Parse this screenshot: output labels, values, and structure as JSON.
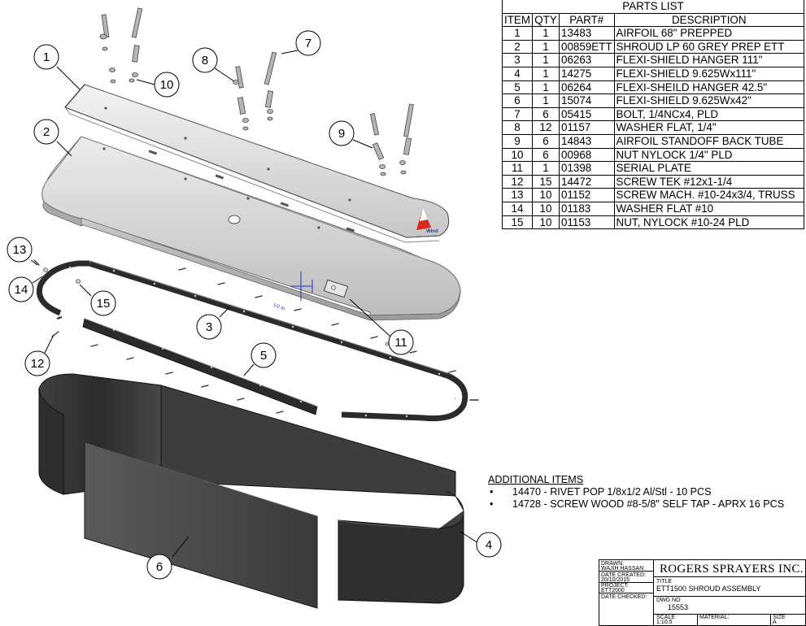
{
  "balloons": [
    {
      "id": "1",
      "label": "1"
    },
    {
      "id": "2",
      "label": "2"
    },
    {
      "id": "3",
      "label": "3"
    },
    {
      "id": "4",
      "label": "4"
    },
    {
      "id": "5",
      "label": "5"
    },
    {
      "id": "6",
      "label": "6"
    },
    {
      "id": "7",
      "label": "7"
    },
    {
      "id": "8",
      "label": "8"
    },
    {
      "id": "9",
      "label": "9"
    },
    {
      "id": "10",
      "label": "10"
    },
    {
      "id": "11",
      "label": "11"
    },
    {
      "id": "12",
      "label": "12"
    },
    {
      "id": "13",
      "label": "13"
    },
    {
      "id": "14",
      "label": "14"
    },
    {
      "id": "15",
      "label": "15"
    }
  ],
  "drawing_labels": {
    "dimension": "1/2 in",
    "logo_text": "Wind"
  },
  "parts_list": {
    "caption": "PARTS LIST",
    "headers": [
      "ITEM",
      "QTY",
      "PART#",
      "DESCRIPTION"
    ],
    "rows": [
      [
        "1",
        "1",
        "13483",
        "AIRFOIL 68\" PREPPED"
      ],
      [
        "2",
        "1",
        "00859ETT",
        "SHROUD LP 60 GREY PREP ETT"
      ],
      [
        "3",
        "1",
        "06263",
        "FLEXI-SHIELD HANGER 111\""
      ],
      [
        "4",
        "1",
        "14275",
        "FLEXI-SHIELD 9.625Wx111\""
      ],
      [
        "5",
        "1",
        "06264",
        "FLEXI-SHEILD HANGER 42.5\""
      ],
      [
        "6",
        "1",
        "15074",
        "FLEXI-SHIELD 9.625Wx42\""
      ],
      [
        "7",
        "6",
        "05415",
        "BOLT, 1/4NCx4, PLD"
      ],
      [
        "8",
        "12",
        "01157",
        "WASHER FLAT, 1/4\""
      ],
      [
        "9",
        "6",
        "14843",
        "AIRFOIL STANDOFF BACK TUBE"
      ],
      [
        "10",
        "6",
        "00968",
        "NUT NYLOCK 1/4\" PLD"
      ],
      [
        "11",
        "1",
        "01398",
        "SERIAL PLATE"
      ],
      [
        "12",
        "15",
        "14472",
        "SCREW TEK #12x1-1/4"
      ],
      [
        "13",
        "10",
        "01152",
        "SCREW MACH. #10-24x3/4, TRUSS"
      ],
      [
        "14",
        "10",
        "01183",
        "WASHER FLAT #10"
      ],
      [
        "15",
        "10",
        "01153",
        "NUT, NYLOCK #10-24 PLD"
      ]
    ]
  },
  "additional_items": {
    "title": "ADDITIONAL ITEMS",
    "items": [
      "14470 - RIVET POP 1/8x1/2 Al/Stl - 10 PCS",
      "14728 - SCREW WOOD #8-5/8\" SELF TAP - APRX 16 PCS"
    ]
  },
  "title_block": {
    "company": "ROGERS SPRAYERS INC.",
    "drawn_label": "DRAWN:",
    "drawn_value": "WAJIH HASSAN",
    "date_created_label": "DATE CREATED:",
    "date_created_value": "20/10/2015",
    "project_label": "PROJECT:",
    "project_value": "ETT2000",
    "date_checked_label": "DATE CHECKED:",
    "title_label": "TITLE",
    "title_value": "ETT1500 SHROUD ASSEMBLY",
    "dwg_no_label": "DWG NO",
    "dwg_no_value": "15553",
    "scale_label": "SCALE",
    "scale_value": "1:10.5",
    "material_label": "MATERIAL:",
    "size_label": "SIZE",
    "size_value": "A"
  },
  "colors": {
    "part_light": "#e2e2e2",
    "part_mid": "#bdbdbd",
    "part_dark": "#3a3a3a",
    "hardware": "#b5b5b5",
    "logo_red": "#d52b1e",
    "logo_blue": "#2a3f8f",
    "dimension_blue": "#2233cc"
  }
}
